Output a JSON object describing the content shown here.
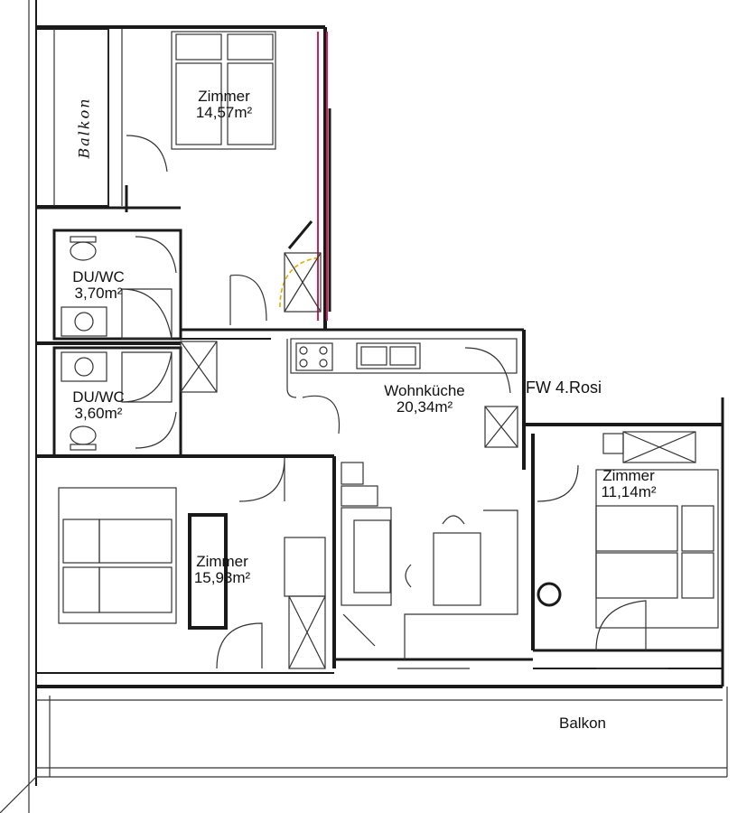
{
  "plan": {
    "apartment": "FW 4.Rosi",
    "rooms": [
      {
        "id": "zimmer-1",
        "name": "Zimmer",
        "area": "14,57m²"
      },
      {
        "id": "du-wc-1",
        "name": "DU/WC",
        "area": "3,70m²"
      },
      {
        "id": "du-wc-2",
        "name": "DU/WC",
        "area": "3,60m²"
      },
      {
        "id": "wohnkueche",
        "name": "Wohnküche",
        "area": "20,34m²"
      },
      {
        "id": "zimmer-2",
        "name": "Zimmer",
        "area": "11,14m²"
      },
      {
        "id": "zimmer-3",
        "name": "Zimmer",
        "area": "15,93m²"
      }
    ],
    "balcony_top": "Balkon",
    "balcony_bottom": "Balkon"
  },
  "colors": {
    "wall": "#1a1a1a",
    "accent_red": "#d0205a",
    "accent_yellow": "#e0b000"
  }
}
